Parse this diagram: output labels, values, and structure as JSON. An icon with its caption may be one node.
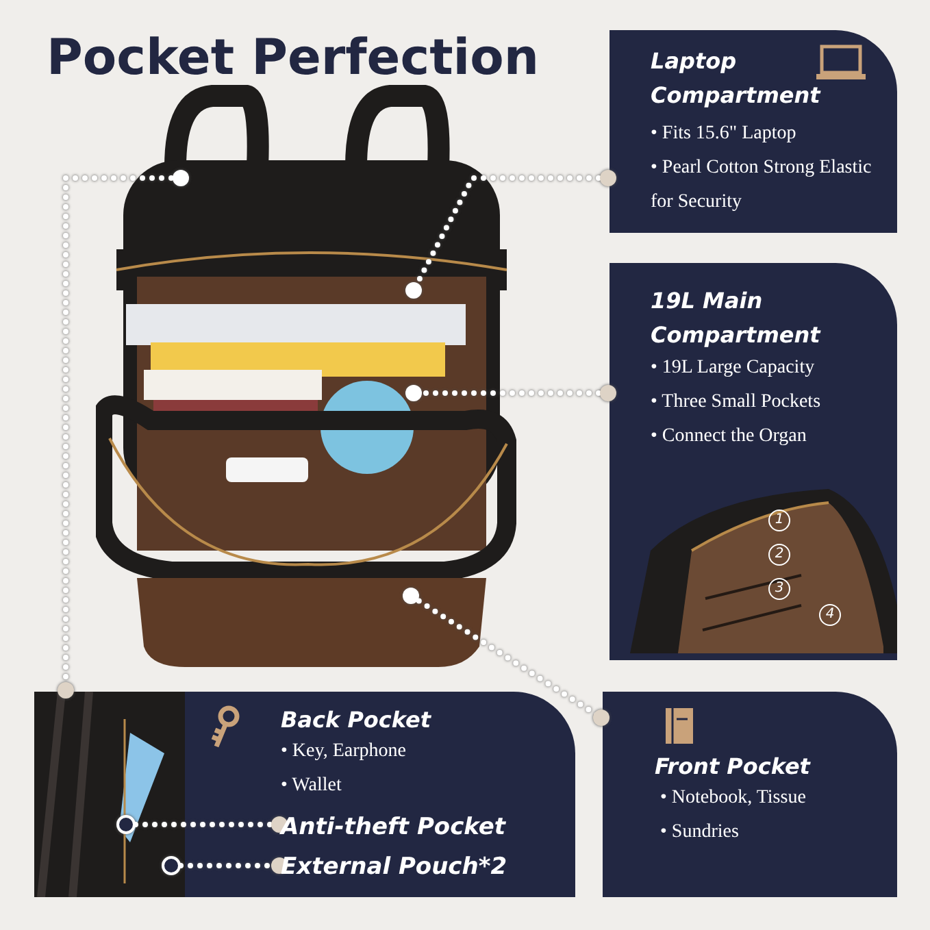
{
  "diagram": {
    "title": "Pocket Perfection",
    "nodes": [
      {
        "text": [
          "Laptop Compartment",
          "• Fits 15.6\" Laptop",
          "• Pearl Cotton Strong Elastic for Security"
        ]
      },
      {
        "text": [
          "19L Main Compartment",
          "• 19L Large Capacity",
          "• Three Small Pockets",
          "• Connect the Organ"
        ]
      },
      {
        "text": [
          "Back Pocket",
          "• Key, Earphone",
          "• Wallet"
        ]
      },
      {
        "text": [
          "Front Pocket",
          "• Notebook, Tissue",
          "• Sundries"
        ]
      },
      {
        "text": [
          "Anti-theft Pocket"
        ],
        "in": 2
      },
      {
        "text": [
          "External Pouch*2"
        ],
        "in": 2
      }
    ],
    "edges": [
      {
        "from": 0,
        "to": null,
        "arrow": "other"
      },
      {
        "from": 1,
        "to": null,
        "arrow": "other"
      },
      {
        "from": null,
        "to": 2,
        "arrow": "other"
      },
      {
        "from": null,
        "to": 3,
        "arrow": "other"
      },
      {
        "from": null,
        "to": 4,
        "arrow": "other"
      },
      {
        "from": null,
        "to": 5,
        "arrow": "other"
      }
    ],
    "labels": [
      "1",
      "2",
      "3",
      "4"
    ]
  }
}
